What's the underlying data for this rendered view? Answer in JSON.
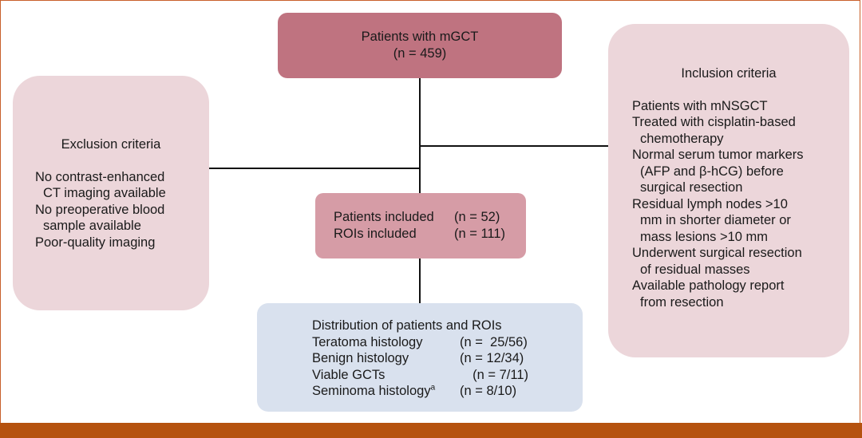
{
  "top": {
    "title": "Patients with mGCT",
    "count": "(n = 459)"
  },
  "exclusion": {
    "heading": "Exclusion criteria",
    "items": [
      [
        "No contrast-enhanced",
        "CT imaging available"
      ],
      [
        "No preoperative blood",
        "sample available"
      ],
      [
        "Poor-quality imaging"
      ]
    ]
  },
  "inclusion": {
    "heading": "Inclusion criteria",
    "items": [
      [
        "Patients with mNSGCT"
      ],
      [
        "Treated with cisplatin-based",
        "chemotherapy"
      ],
      [
        "Normal serum tumor markers",
        "(AFP and β-hCG) before",
        "surgical resection"
      ],
      [
        "Residual lymph nodes >10",
        "mm in shorter diameter or",
        "mass lesions >10 mm"
      ],
      [
        "Underwent surgical resection",
        "of residual masses"
      ],
      [
        "Available pathology report",
        "from resection"
      ]
    ]
  },
  "included": {
    "rows": [
      {
        "label": "Patients included",
        "count": "(n = 52)"
      },
      {
        "label": "ROIs included",
        "count": "(n = 111)"
      }
    ]
  },
  "distribution": {
    "heading": "Distribution of patients and ROIs",
    "rows": [
      {
        "label": "Teratoma histology",
        "sup": "",
        "count": "(n =  25/56)"
      },
      {
        "label": "Benign histology",
        "sup": "",
        "count": "(n = 12/34)"
      },
      {
        "label": "Viable GCTs",
        "sup": "",
        "count": "(n = 7/11)"
      },
      {
        "label": "Seminoma histology",
        "sup": "a",
        "count": "(n = 8/10)"
      }
    ]
  },
  "colors": {
    "top_box": "#bf7380",
    "side_boxes": "#ecd6da",
    "included_box": "#d69ca6",
    "distribution_box": "#d9e1ee",
    "footer_bar": "#b5520f"
  }
}
